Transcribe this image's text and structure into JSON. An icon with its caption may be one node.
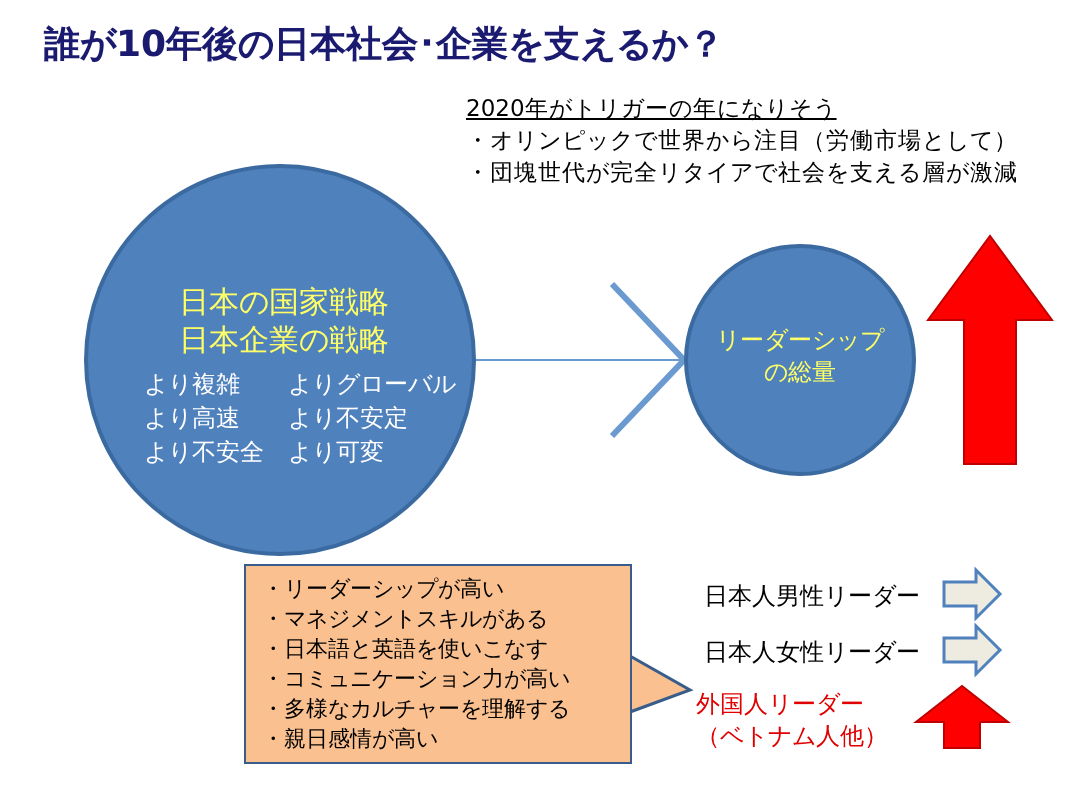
{
  "diagram": {
    "title": "誰が10年後の日本社会･企業を支えるか？",
    "nodes": [
      {
        "text": [
          "日本の国家戦略",
          "日本企業の戦略",
          "より複雑",
          "よりグローバル",
          "より高速",
          "より不安定",
          "より不安全",
          "より可変"
        ]
      },
      {
        "text": [
          "リーダーシップの総量"
        ]
      },
      {
        "text": [
          "・リーダーシップが高い",
          "・マネジメントスキルがある",
          "・日本語と英語を使いこなす",
          "・コミュニケーション力が高い",
          "・多様なカルチャーを理解する",
          "・親日感情が高い"
        ]
      }
    ],
    "edges": [
      {
        "from": 0,
        "to": 1,
        "arrow": "to"
      }
    ],
    "labels": [
      "2020年がトリガーの年になりそう",
      "・オリンピックで世界から注目（労働市場として）",
      "・団塊世代が完全リタイアで社会を支える層が激減",
      "日本人男性リーダー",
      "日本人女性リーダー",
      "外国人リーダー（ベトナム人他）"
    ]
  }
}
